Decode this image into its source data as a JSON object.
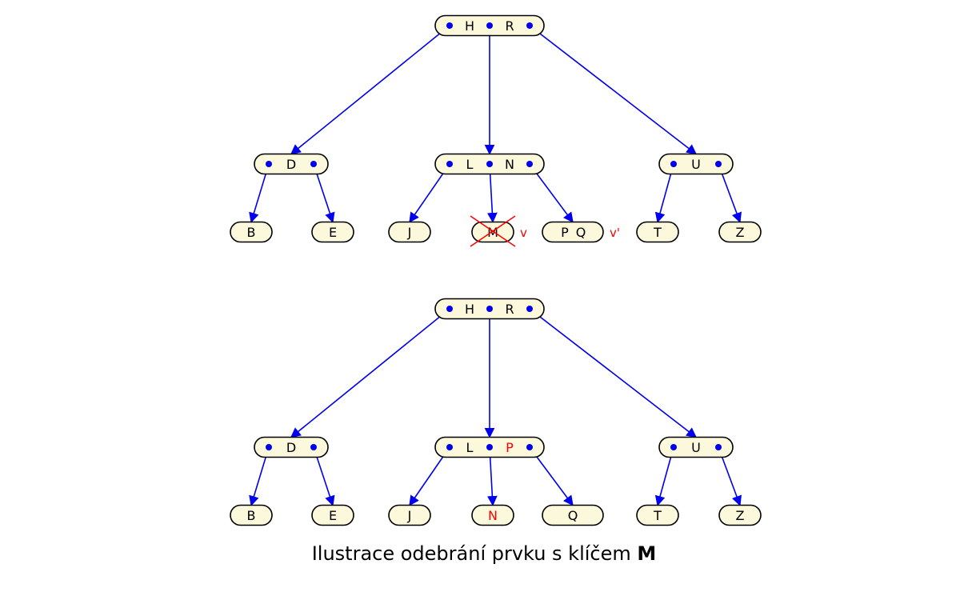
{
  "caption": {
    "text": "Ilustrace odebrání prvku s klíčem",
    "key": "M"
  },
  "colors": {
    "node_fill": "#fbf8dc",
    "edge": "#0000ee",
    "highlight": "#ff0000"
  },
  "diagrams": [
    {
      "name": "before",
      "nodes": [
        {
          "id": "root",
          "keys": [
            "H",
            "R"
          ]
        },
        {
          "id": "d",
          "keys": [
            "D"
          ]
        },
        {
          "id": "ln",
          "keys": [
            "L",
            "N"
          ]
        },
        {
          "id": "u",
          "keys": [
            "U"
          ]
        },
        {
          "id": "b",
          "keys": [
            "B"
          ]
        },
        {
          "id": "e",
          "keys": [
            "E"
          ]
        },
        {
          "id": "j",
          "keys": [
            "J"
          ]
        },
        {
          "id": "m",
          "keys": [
            "M"
          ],
          "deleted": true,
          "mark": "v"
        },
        {
          "id": "pq",
          "keys": [
            "P",
            "Q"
          ],
          "mark": "v'"
        },
        {
          "id": "t",
          "keys": [
            "T"
          ]
        },
        {
          "id": "z",
          "keys": [
            "Z"
          ]
        }
      ]
    },
    {
      "name": "after",
      "nodes": [
        {
          "id": "root2",
          "keys": [
            "H",
            "R"
          ]
        },
        {
          "id": "d2",
          "keys": [
            "D"
          ]
        },
        {
          "id": "lp",
          "keys": [
            "L",
            "P"
          ],
          "highlight": [
            "P"
          ]
        },
        {
          "id": "u2",
          "keys": [
            "U"
          ]
        },
        {
          "id": "b2",
          "keys": [
            "B"
          ]
        },
        {
          "id": "e2",
          "keys": [
            "E"
          ]
        },
        {
          "id": "j2",
          "keys": [
            "J"
          ]
        },
        {
          "id": "n2",
          "keys": [
            "N"
          ],
          "highlight": [
            "N"
          ]
        },
        {
          "id": "q2",
          "keys": [
            "Q"
          ]
        },
        {
          "id": "t2",
          "keys": [
            "T"
          ]
        },
        {
          "id": "z2",
          "keys": [
            "Z"
          ]
        }
      ]
    }
  ]
}
